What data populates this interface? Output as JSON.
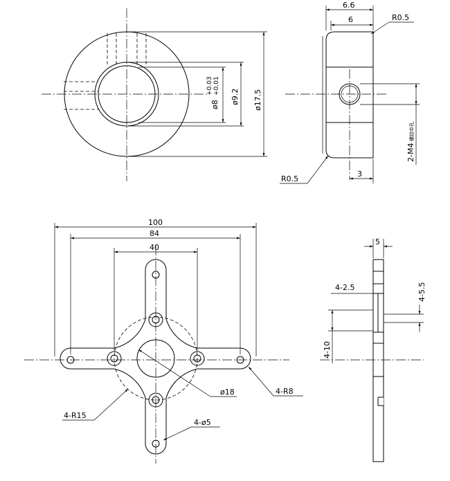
{
  "colors": {
    "line": "#000000",
    "background": "#ffffff"
  },
  "top_left_view": {
    "dims": {
      "bore": "ø8",
      "bore_tol_upper": "+0.03",
      "bore_tol_lower": "+0.01",
      "counterbore": "ø9.2",
      "outer": "ø17.5"
    }
  },
  "top_right_view": {
    "dims": {
      "width_total": "6.6",
      "width_inner": "6",
      "fillet_top": "R0.5",
      "fillet_bottom": "R0.5",
      "hole_offset": "3",
      "setscrews": "2-M4",
      "setscrews_note": "螺纹中孔"
    }
  },
  "bottom_left_view": {
    "dims": {
      "span_100": "100",
      "span_84": "84",
      "span_40": "40",
      "center_hole": "ø18",
      "end_radius": "4-R8",
      "inner_radius": "4-R15",
      "small_holes": "4-ø5"
    }
  },
  "bottom_right_view": {
    "dims": {
      "thickness": "5",
      "counterbore_depth": "4-2.5",
      "counterbore_dia_small": "4-5.5",
      "counterbore_dia_large": "4-10"
    }
  }
}
